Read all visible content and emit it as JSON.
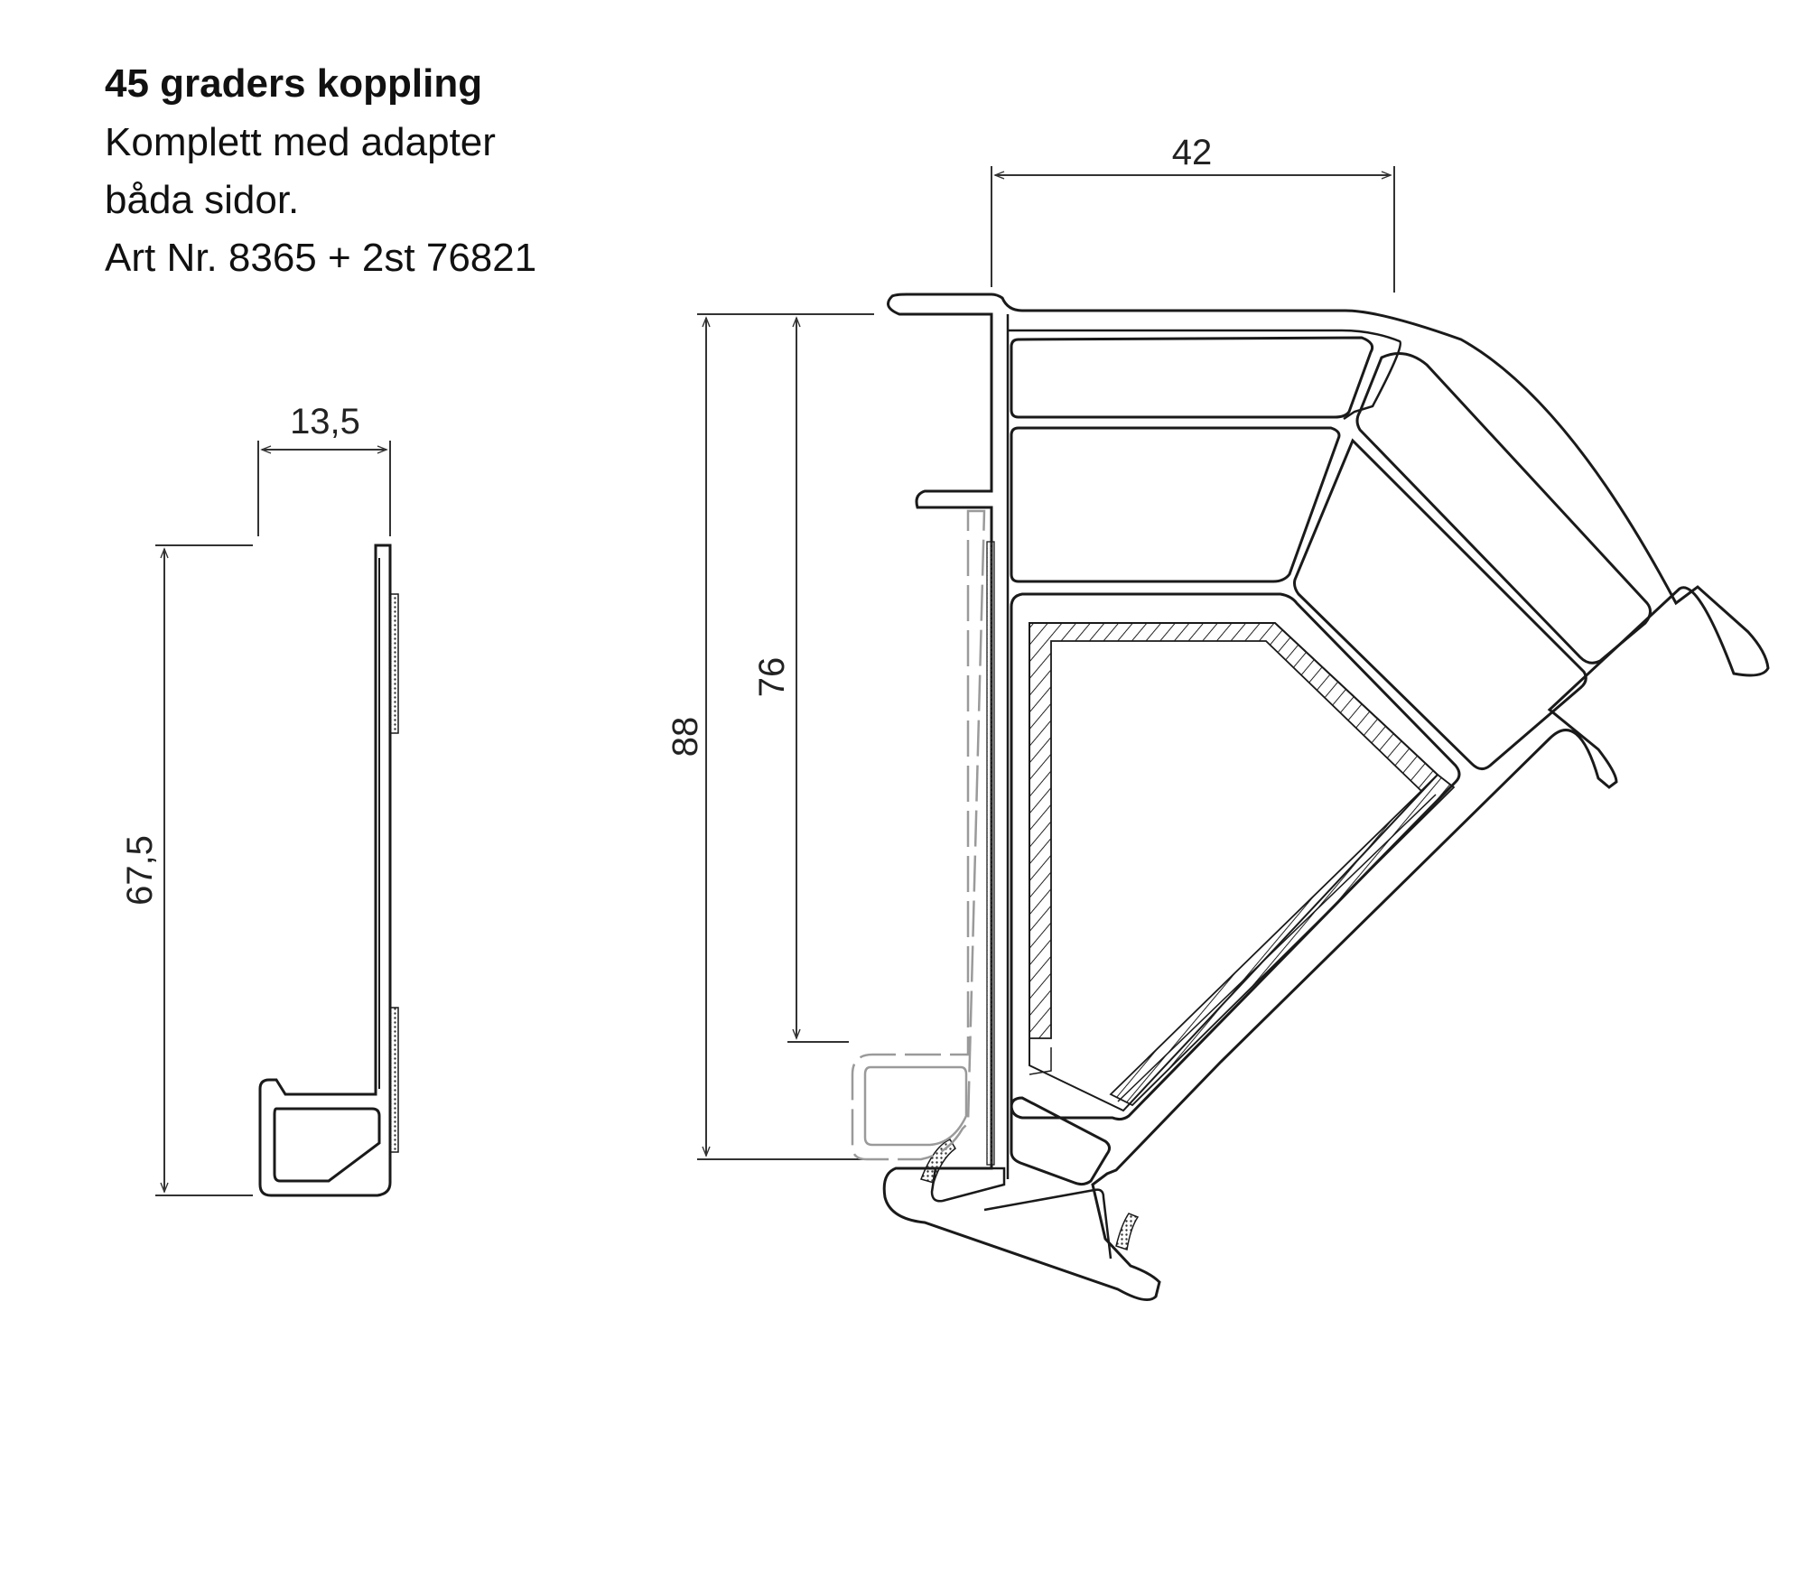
{
  "caption": {
    "title": "45 graders koppling",
    "lines": [
      "Komplett med adapter",
      "båda sidor.",
      "Art Nr. 8365 + 2st 76821"
    ]
  },
  "adapter_dimensions": {
    "width": "13,5",
    "height": "67,5"
  },
  "coupling_dimensions": {
    "width": "42",
    "height_outer": "88",
    "height_inner": "76"
  },
  "colors": {
    "line": "#1a1a1a",
    "dim": "#333333",
    "ghost": "#9a9a9a"
  }
}
